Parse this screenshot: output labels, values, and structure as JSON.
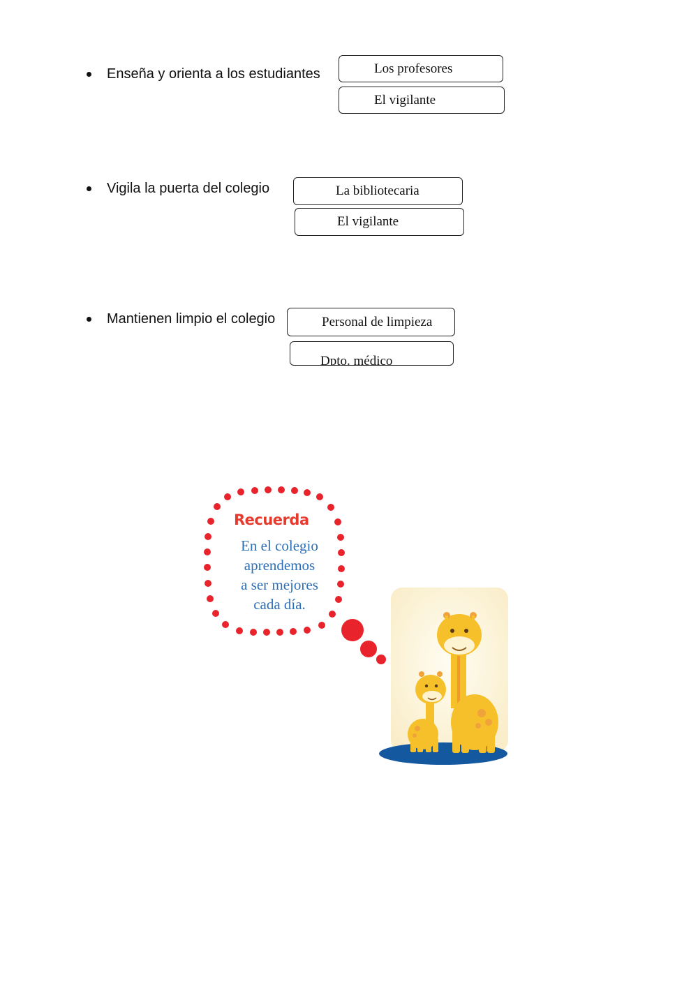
{
  "questions": [
    {
      "text": "Enseña y orienta a los estudiantes",
      "options": [
        "Los profesores",
        "El vigilante"
      ]
    },
    {
      "text": "Vigila la puerta del colegio",
      "options": [
        "La bibliotecaria",
        "El vigilante"
      ]
    },
    {
      "text": "Mantienen limpio el colegio",
      "options": [
        "Personal de limpieza",
        "Dpto. médico"
      ]
    }
  ],
  "reminder": {
    "title": "Recuerda",
    "lines": [
      "En el colegio",
      "aprendemos",
      "a ser mejores",
      "cada día."
    ]
  },
  "colors": {
    "dots": "#e8232b",
    "title": "#e53b2f",
    "body_text": "#2c6fb6",
    "giraffe": "#f6c02b",
    "ground": "#14589f"
  },
  "illustration": {
    "icons": [
      "speech-bubble-icon",
      "giraffe-icon"
    ]
  }
}
